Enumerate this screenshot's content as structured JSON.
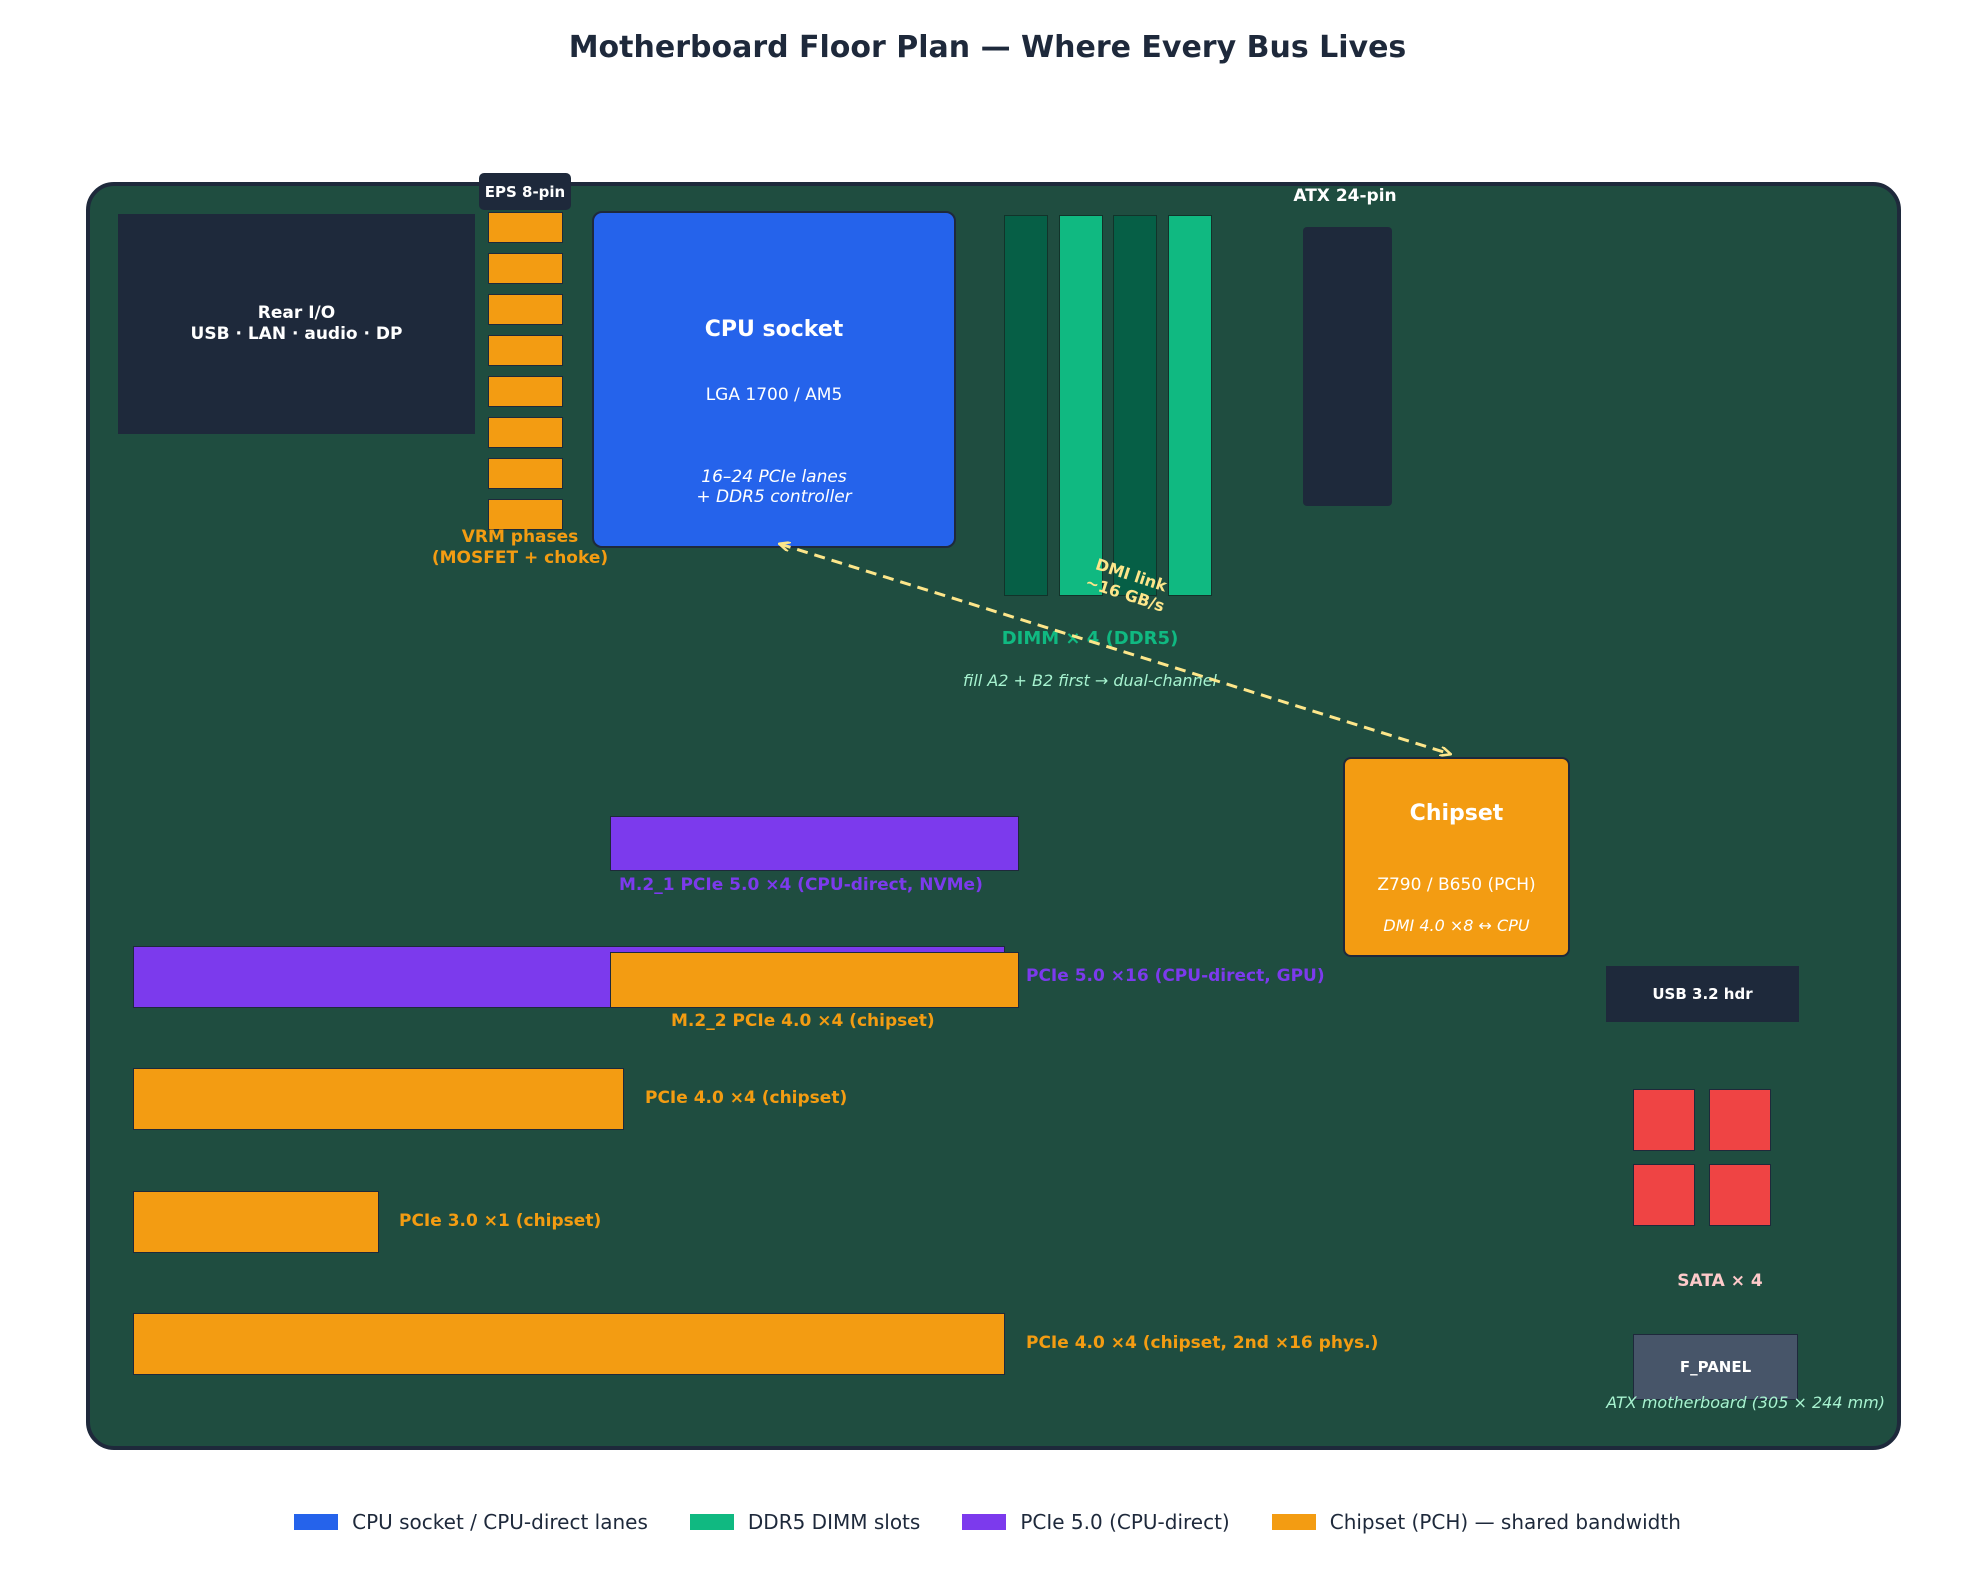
{
  "title": "Motherboard Floor Plan — Where Every Bus Lives",
  "rear_io": {
    "line1": "Rear I/O",
    "line2": "USB · LAN · audio · DP"
  },
  "eps": "EPS 8-pin",
  "vrm": {
    "line1": "VRM phases",
    "line2": "(MOSFET + choke)",
    "count": 8
  },
  "cpu": {
    "title": "CPU socket",
    "sub": "LGA 1700 / AM5",
    "note1": "16–24 PCIe lanes",
    "note2": "+ DDR5 controller"
  },
  "dimm": {
    "label": "DIMM × 4  (DDR5)",
    "note": "fill A2 + B2 first → dual-channel"
  },
  "atx": "ATX 24-pin",
  "dmi": {
    "line1": "DMI link",
    "line2": "~16 GB/s"
  },
  "chipset": {
    "title": "Chipset",
    "sub": "Z790 / B650 (PCH)",
    "note": "DMI 4.0 ×8 ↔ CPU"
  },
  "m2_1": "M.2_1   PCIe 5.0 ×4  (CPU-direct, NVMe)",
  "m2_2": "M.2_2   PCIe 4.0 ×4  (chipset)",
  "slots": [
    "PCIe 5.0 ×16  (CPU-direct, GPU)",
    "PCIe 4.0 ×4   (chipset)",
    "PCIe 3.0 ×1   (chipset)",
    "PCIe 4.0 ×4   (chipset, 2nd ×16 phys.)"
  ],
  "usb": "USB 3.2 hdr",
  "sata": "SATA × 4",
  "fpanel": "F_PANEL",
  "board_note": "ATX motherboard (305 × 244 mm)",
  "legend": [
    {
      "label": "CPU socket / CPU-direct lanes",
      "color": "#2563eb"
    },
    {
      "label": "DDR5 DIMM slots",
      "color": "#10b981"
    },
    {
      "label": "PCIe 5.0 (CPU-direct)",
      "color": "#7c3aed"
    },
    {
      "label": "Chipset (PCH) — shared bandwidth",
      "color": "#f39c12"
    }
  ]
}
